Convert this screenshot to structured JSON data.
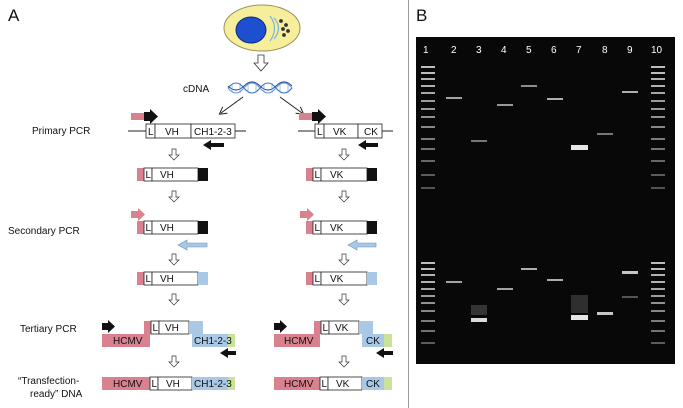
{
  "figure": {
    "panel_a_letter": "A",
    "panel_b_letter": "B",
    "colors": {
      "pink": "#d9818f",
      "blue": "#a9c8e6",
      "green": "#c9e49a",
      "black": "#111111",
      "gel_bg": "#080808",
      "divider": "#9a9a9a"
    },
    "panel_a": {
      "cdna_label": "cDNA",
      "stages": {
        "primary": "Primary PCR",
        "secondary": "Secondary PCR",
        "tertiary": "Tertiary PCR",
        "final_line1": "“Transfection-",
        "final_line2": "ready” DNA"
      },
      "heavy": {
        "leader": "L",
        "variable": "VH",
        "constant": "CH1-2-3",
        "promoter": "HCMV"
      },
      "light": {
        "leader": "L",
        "variable": "VK",
        "constant": "CK",
        "promoter": "HCMV"
      }
    },
    "panel_b": {
      "lane_labels": [
        "1",
        "2",
        "3",
        "4",
        "5",
        "6",
        "7",
        "8",
        "9",
        "10"
      ],
      "marker_lanes": [
        "1",
        "10"
      ]
    }
  }
}
